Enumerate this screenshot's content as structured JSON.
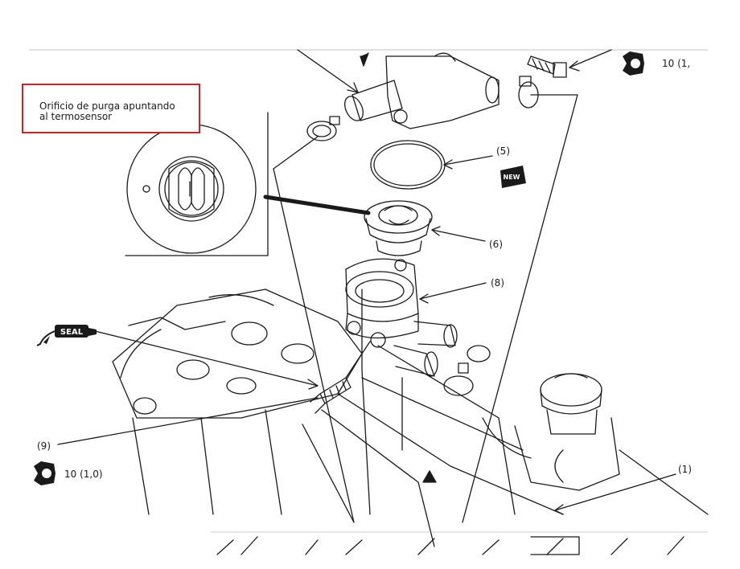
{
  "callout": {
    "line1": "Orificio de purga apuntando",
    "line2": "al termosensor"
  },
  "labels": {
    "part_1": "(1)",
    "part_5": "(5)",
    "part_6": "(6)",
    "part_8": "(8)",
    "part_9": "(9)"
  },
  "torque": {
    "top_right": "10 (1,",
    "bottom_left": "10 (1,0)"
  },
  "badges": {
    "new": "NEW",
    "seal": "SEAL"
  },
  "colors": {
    "line": "#1a1a1a",
    "callout_border": "#d42020"
  },
  "icons": [
    "wrench-torque-icon",
    "new-part-icon",
    "sealant-icon"
  ]
}
